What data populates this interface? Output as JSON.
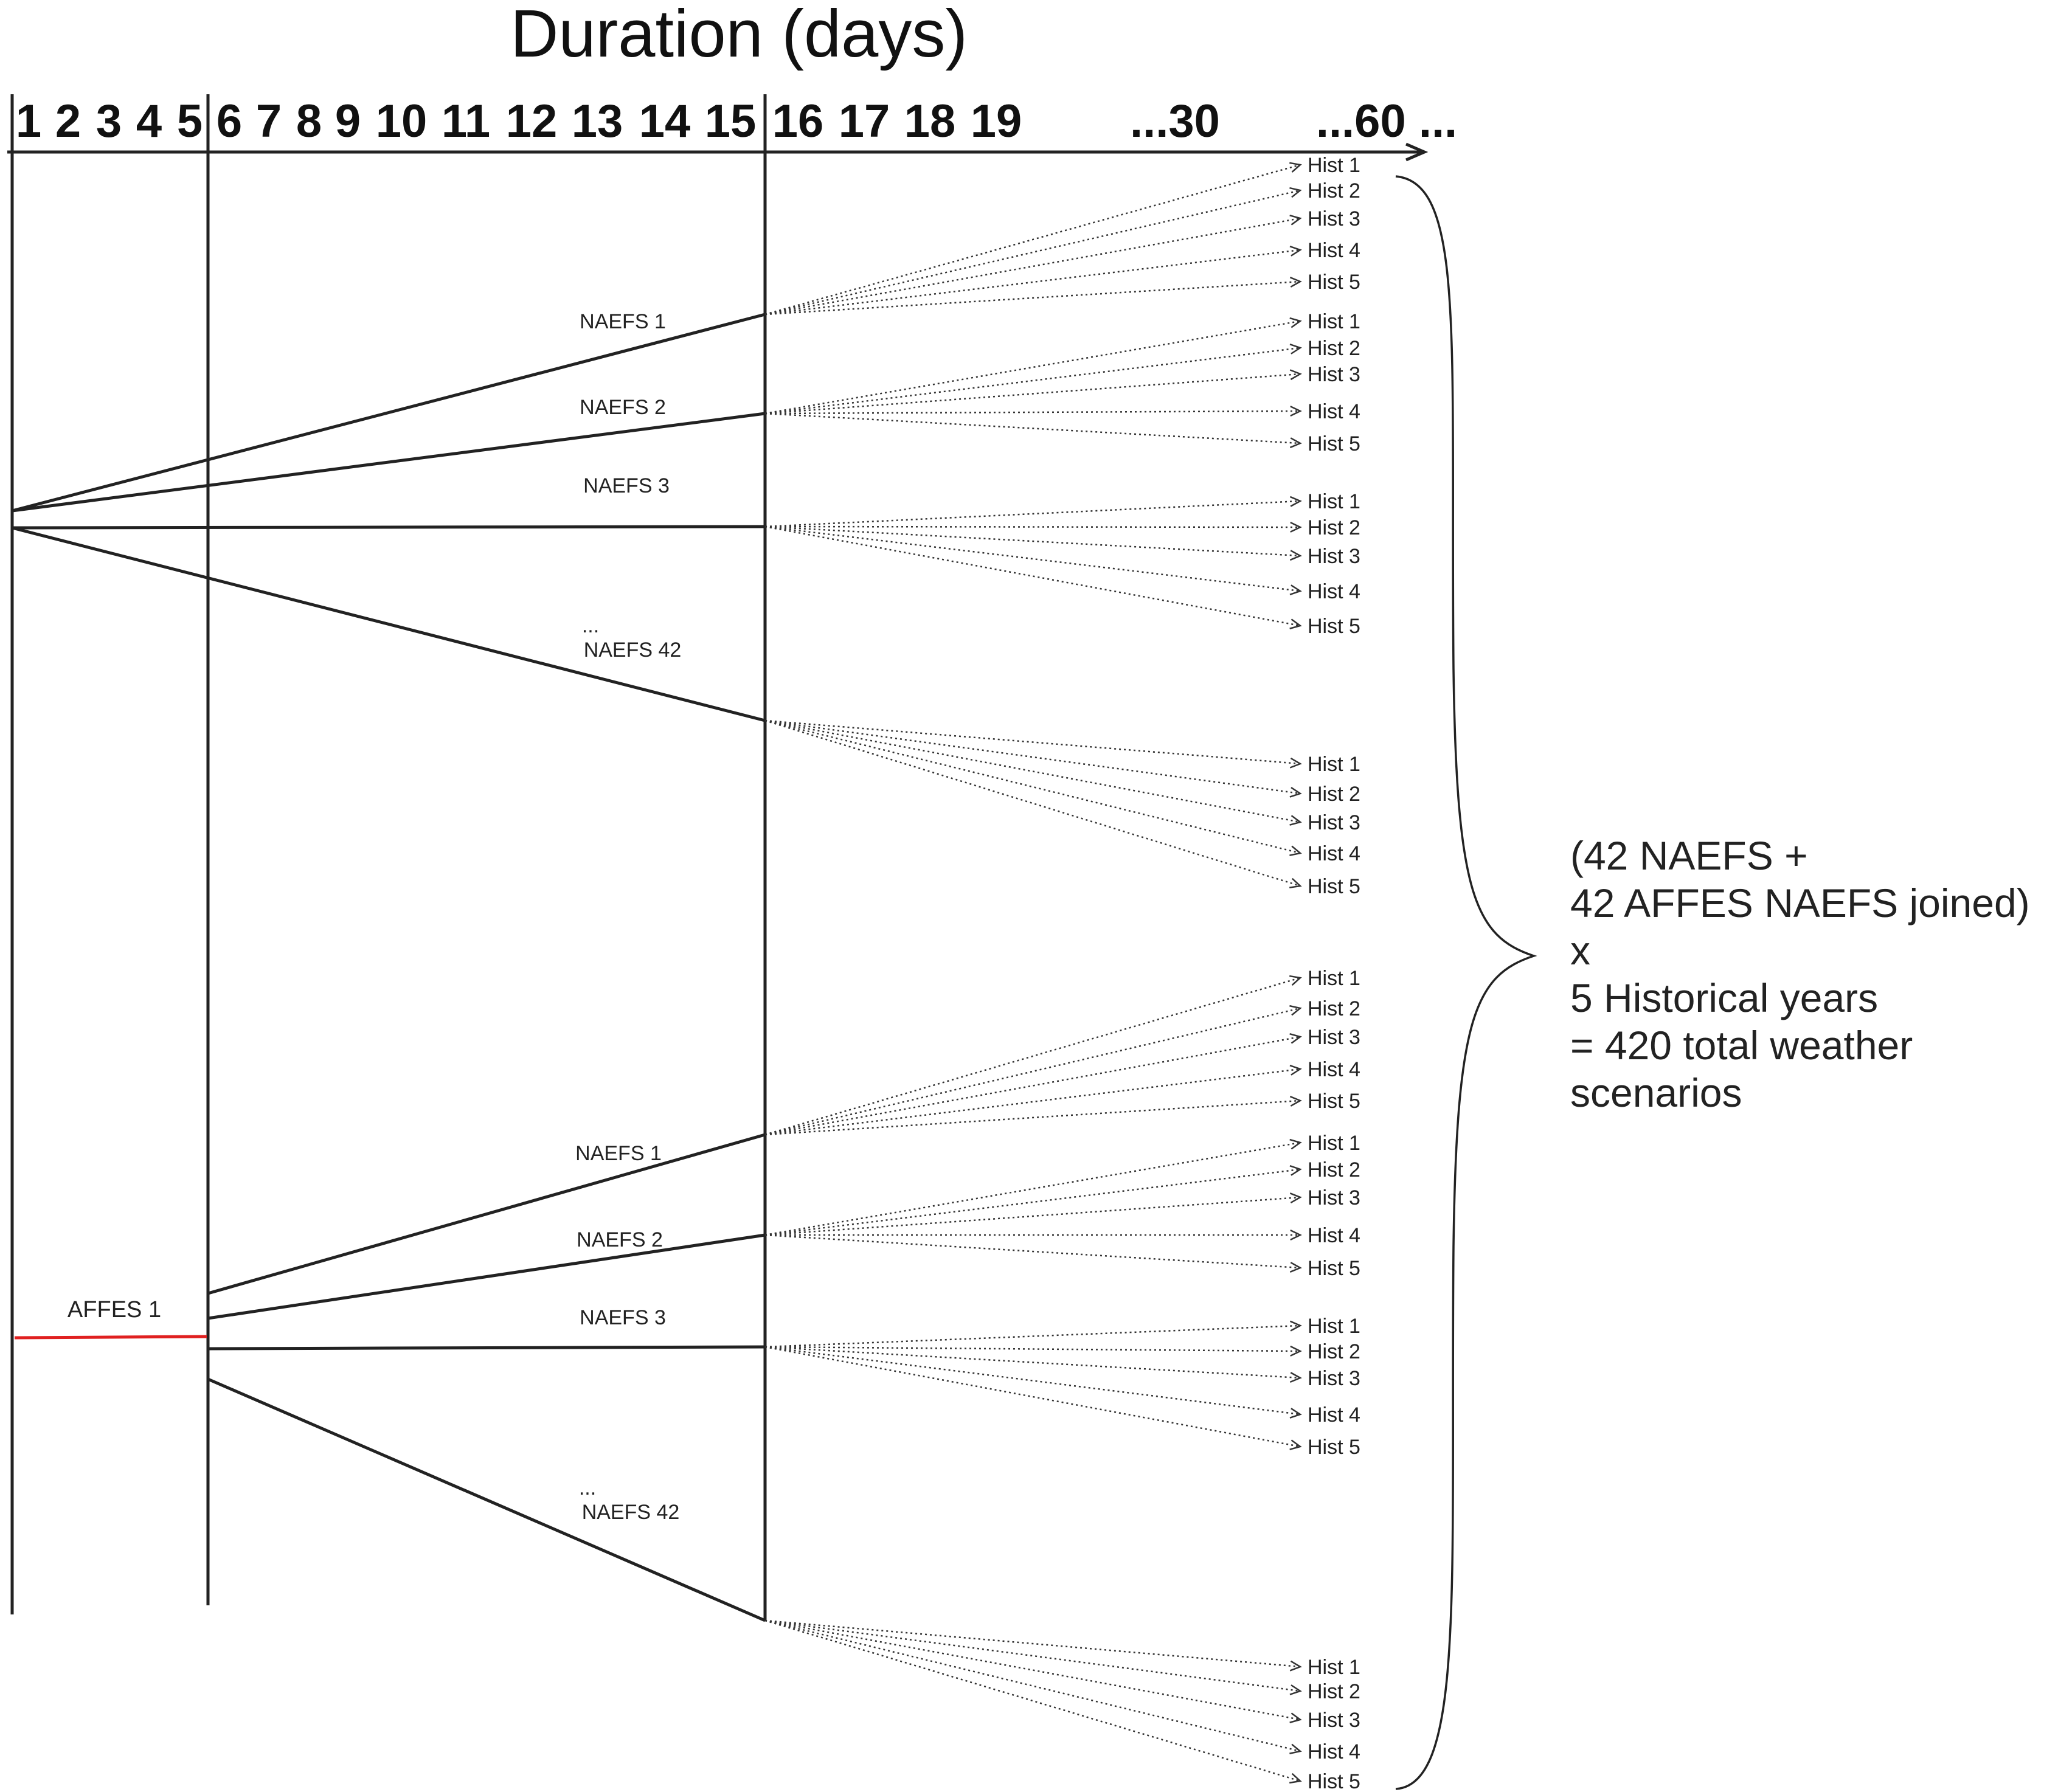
{
  "title": "Duration (days)",
  "days": [
    "1",
    "2",
    "3",
    "4",
    "5",
    "6",
    "7",
    "8",
    "9",
    "10",
    "11",
    "12",
    "13",
    "14",
    "15",
    "16",
    "17",
    "18",
    "19",
    "...30",
    "...60 ..."
  ],
  "groups": [
    {
      "members": [
        {
          "label": "NAEFS 1",
          "hist": [
            "Hist 1",
            "Hist 2",
            "Hist 3",
            "Hist 4",
            "Hist 5"
          ]
        },
        {
          "label": "NAEFS 2",
          "hist": [
            "Hist 1",
            "Hist 2",
            "Hist 3",
            "Hist 4",
            "Hist 5"
          ]
        },
        {
          "label": "NAEFS 3",
          "hist": [
            "Hist 1",
            "Hist 2",
            "Hist 3",
            "Hist 4",
            "Hist 5"
          ]
        },
        {
          "label": "NAEFS 42",
          "dots": "...",
          "hist": [
            "Hist 1",
            "Hist 2",
            "Hist 3",
            "Hist 4",
            "Hist 5"
          ]
        }
      ]
    },
    {
      "affes_label": "AFFES 1",
      "members": [
        {
          "label": "NAEFS 1",
          "hist": [
            "Hist 1",
            "Hist 2",
            "Hist 3",
            "Hist 4",
            "Hist 5"
          ]
        },
        {
          "label": "NAEFS 2",
          "hist": [
            "Hist 1",
            "Hist 2",
            "Hist 3",
            "Hist 4",
            "Hist 5"
          ]
        },
        {
          "label": "NAEFS 3",
          "hist": [
            "Hist 1",
            "Hist 2",
            "Hist 3",
            "Hist 4",
            "Hist 5"
          ]
        },
        {
          "label": "NAEFS 42",
          "dots": "...",
          "hist": [
            "Hist 1",
            "Hist 2",
            "Hist 3",
            "Hist 4",
            "Hist 5"
          ]
        }
      ]
    }
  ],
  "summary": [
    "(42 NAEFS +",
    "42 AFFES NAEFS joined)",
    "x",
    "5 Historical years",
    "= 420 total weather",
    "scenarios"
  ],
  "colors": {
    "line": "#222222",
    "affes_line": "#e02020"
  }
}
